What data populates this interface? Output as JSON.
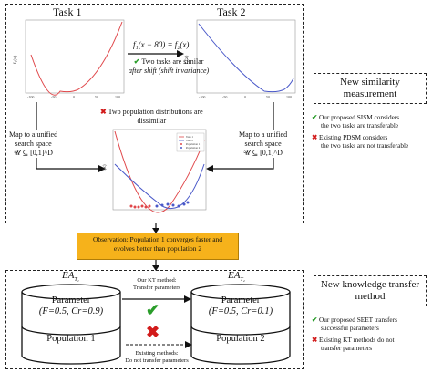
{
  "top": {
    "task1_title": "Task 1",
    "task2_title": "Task 2",
    "task1_ylabel": "f₁(x)",
    "task2_ylabel": "f₂(x)",
    "shift_equation": "f₁(x − 80) = f₂(x)",
    "shift_note_line1": "Two tasks are similar",
    "shift_note_line2": "after shift (shift invariance)",
    "dissimilar_line1": "Two population distributions are",
    "dissimilar_line2": "dissimilar",
    "map_left_line1": "Map to a unified",
    "map_left_line2": "search space",
    "map_left_line3": "𝒰 ⊆ [0,1]^D",
    "map_right_line1": "Map to a unified",
    "map_right_line2": "search space",
    "map_right_line3": "𝒰 ⊆ [0,1]^D",
    "merged_ylabel": "f(x)",
    "legend": [
      "Task 1",
      "Task 2",
      "Population 1",
      "Population 2"
    ],
    "colors": {
      "task1": "#e0484b",
      "task2": "#4a59c9"
    }
  },
  "observation": {
    "line1": "Observation: Population 1 converges faster and",
    "line2": "evolves better than population 2"
  },
  "bottom": {
    "ea1_label": "EA",
    "ea1_sub": "T₁",
    "ea2_label": "EA",
    "ea2_sub": "T₂",
    "left_param_title": "Parameter",
    "left_param_values": "(F=0.5, Cr=0.9)",
    "left_population": "Population 1",
    "right_param_title": "Parameter",
    "right_param_values": "(F=0.5, Cr=0.1)",
    "right_population": "Population 2",
    "our_method_line1": "Our KT method:",
    "our_method_line2": "Transfer parameters",
    "existing_line1": "Existing methods:",
    "existing_line2": "Do not transfer parameters"
  },
  "side": {
    "similarity_title_line1": "New similarity",
    "similarity_title_line2": "measurement",
    "sism_line1": "Our proposed SISM considers",
    "sism_line2": "the two tasks are transferable",
    "pdsm_line1": "Existing PDSM considers",
    "pdsm_line2": "the two tasks are not transferable",
    "kt_title_line1": "New knowledge transfer",
    "kt_title_line2": "method",
    "seet_line1": "Our proposed SEET transfers",
    "seet_line2": "successful parameters",
    "existing_kt_line1": "Existing KT methods do not",
    "existing_kt_line2": "transfer parameters"
  }
}
